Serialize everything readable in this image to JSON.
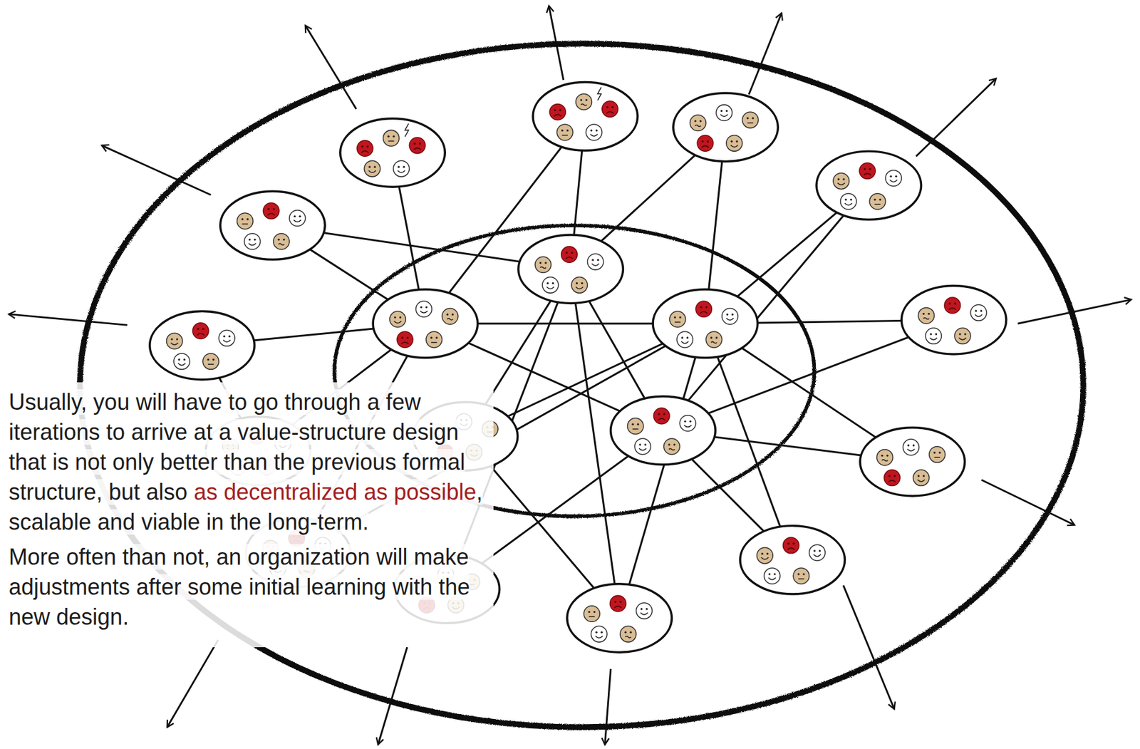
{
  "diagram": {
    "labels": [
      "Usually, you will have to go through a few iterations to arrive at a value-structure design that is not only better than the previous formal structure, but also",
      "as decentralized as possible",
      ", scalable and viable in the long-term.",
      "More often than not, an organization will make adjustments after some initial learning with the new design."
    ]
  }
}
